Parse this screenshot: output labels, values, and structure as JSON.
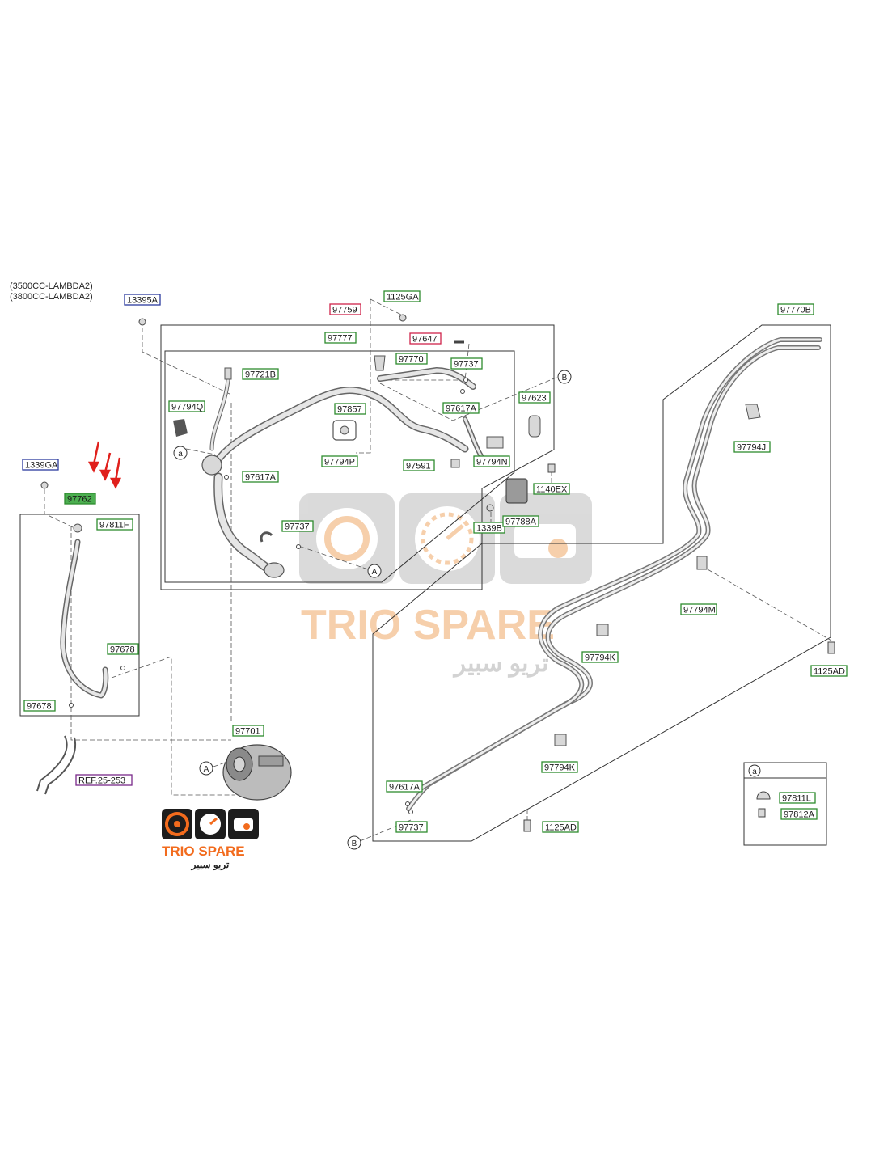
{
  "engine_notes": [
    "(3500CC-LAMBDA2)",
    "(3800CC-LAMBDA2)"
  ],
  "palette": {
    "green": "#2e8b2e",
    "red": "#d0244a",
    "blue": "#2b3a9e",
    "purple": "#7a2a8a",
    "highlight_fill": "#4caf50",
    "arrow": "#e0201c",
    "watermark_orange": "#f0a868",
    "watermark_gray": "#b0b0b0",
    "logo_orange": "#f26b1d"
  },
  "part_labels": [
    {
      "id": "lbl-13395a",
      "text": "13395A",
      "style": "blue"
    },
    {
      "id": "lbl-97759",
      "text": "97759",
      "style": "red"
    },
    {
      "id": "lbl-1125ga",
      "text": "1125GA",
      "style": "green"
    },
    {
      "id": "lbl-97777",
      "text": "97777",
      "style": "green"
    },
    {
      "id": "lbl-97647",
      "text": "97647",
      "style": "red"
    },
    {
      "id": "lbl-97770",
      "text": "97770",
      "style": "green"
    },
    {
      "id": "lbl-97737-top",
      "text": "97737",
      "style": "green"
    },
    {
      "id": "lbl-97721b",
      "text": "97721B",
      "style": "green"
    },
    {
      "id": "lbl-97794q",
      "text": "97794Q",
      "style": "green"
    },
    {
      "id": "lbl-97857",
      "text": "97857",
      "style": "green"
    },
    {
      "id": "lbl-97617a-top",
      "text": "97617A",
      "style": "green"
    },
    {
      "id": "lbl-97623",
      "text": "97623",
      "style": "green"
    },
    {
      "id": "lbl-97794p",
      "text": "97794P",
      "style": "green"
    },
    {
      "id": "lbl-97591",
      "text": "97591",
      "style": "green"
    },
    {
      "id": "lbl-97794n",
      "text": "97794N",
      "style": "green"
    },
    {
      "id": "lbl-97617a-mid",
      "text": "97617A",
      "style": "green"
    },
    {
      "id": "lbl-1140ex",
      "text": "1140EX",
      "style": "green"
    },
    {
      "id": "lbl-97737-mid",
      "text": "97737",
      "style": "green"
    },
    {
      "id": "lbl-1339b",
      "text": "1339B",
      "style": "green"
    },
    {
      "id": "lbl-97788a",
      "text": "97788A",
      "style": "green"
    },
    {
      "id": "lbl-1339ga",
      "text": "1339GA",
      "style": "blue"
    },
    {
      "id": "lbl-97762",
      "text": "97762",
      "style": "highlight"
    },
    {
      "id": "lbl-97811f",
      "text": "97811F",
      "style": "green"
    },
    {
      "id": "lbl-97678-a",
      "text": "97678",
      "style": "green"
    },
    {
      "id": "lbl-97678-b",
      "text": "97678",
      "style": "green"
    },
    {
      "id": "lbl-97701",
      "text": "97701",
      "style": "green"
    },
    {
      "id": "lbl-ref25253",
      "text": "REF.25-253",
      "style": "purple"
    },
    {
      "id": "lbl-97770b",
      "text": "97770B",
      "style": "green"
    },
    {
      "id": "lbl-97794j",
      "text": "97794J",
      "style": "green"
    },
    {
      "id": "lbl-97794m",
      "text": "97794M",
      "style": "green"
    },
    {
      "id": "lbl-97794k-a",
      "text": "97794K",
      "style": "green"
    },
    {
      "id": "lbl-1125ad-right",
      "text": "1125AD",
      "style": "green"
    },
    {
      "id": "lbl-97794k-b",
      "text": "97794K",
      "style": "green"
    },
    {
      "id": "lbl-97617a-bot",
      "text": "97617A",
      "style": "green"
    },
    {
      "id": "lbl-97737-bot",
      "text": "97737",
      "style": "green"
    },
    {
      "id": "lbl-1125ad-bot",
      "text": "1125AD",
      "style": "green"
    },
    {
      "id": "lbl-97811l",
      "text": "97811L",
      "style": "green"
    },
    {
      "id": "lbl-97812a",
      "text": "97812A",
      "style": "green"
    }
  ],
  "callouts": {
    "a": "a",
    "A": "A",
    "B": "B"
  },
  "watermark": {
    "brand": "TRIO SPARE",
    "brand_arabic": "تريو سبير"
  },
  "logo": {
    "brand": "TRIO SPARE",
    "brand_arabic": "تريو سبير"
  }
}
